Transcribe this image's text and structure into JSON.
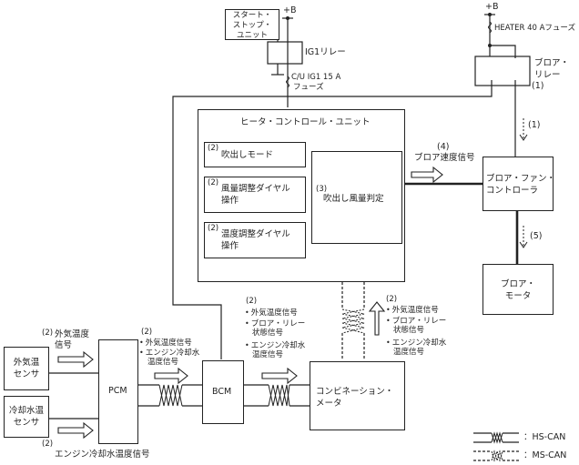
{
  "power": {
    "b_plus_left": "+B",
    "b_plus_right": "+B"
  },
  "start_stop_unit": {
    "label": [
      "スタート・",
      "ストップ・",
      "ユニット"
    ]
  },
  "ig1_relay": {
    "label": "IG1リレー"
  },
  "cu_fuse": {
    "label": [
      "C/U IG1 15 A",
      "フューズ"
    ]
  },
  "heater_fuse": {
    "label": "HEATER 40 Aフューズ"
  },
  "blower_relay": {
    "label": [
      "ブロア・",
      "リレー",
      "(1)"
    ]
  },
  "arrow_1": {
    "label": "(1)"
  },
  "heater_control_unit": {
    "title": "ヒータ・コントロール・ユニット",
    "blocks": [
      {
        "num": "(2)",
        "text": [
          "吹出しモード"
        ]
      },
      {
        "num": "(2)",
        "text": [
          "風量調整ダイヤル",
          "操作"
        ]
      },
      {
        "num": "(2)",
        "text": [
          "温度調整ダイヤル",
          "操作"
        ]
      }
    ],
    "judge": {
      "num": "(3)",
      "text": "吹出し風量判定"
    }
  },
  "blower_speed_signal": {
    "num": "(4)",
    "text": "ブロア速度信号"
  },
  "blower_fan_controller": {
    "label": [
      "ブロア・ファン・",
      "コントローラ"
    ]
  },
  "arrow_5": {
    "label": "(5)"
  },
  "blower_motor": {
    "label": [
      "ブロア・",
      "モータ"
    ]
  },
  "ambient_sensor": {
    "label": [
      "外気温",
      "センサ"
    ]
  },
  "coolant_sensor": {
    "label": [
      "冷却水温",
      "センサ"
    ]
  },
  "ambient_signal": {
    "num": "(2)",
    "text": [
      "外気温度",
      "信号"
    ]
  },
  "coolant_signal": {
    "num": "(2)",
    "text": "エンジン冷却水温度信号"
  },
  "pcm": {
    "label": "PCM"
  },
  "bcm": {
    "label": "BCM"
  },
  "combination_meter": {
    "label": [
      "コンビネーション・",
      "メータ"
    ]
  },
  "pcm_to_bcm_signals": {
    "num": "(2)",
    "items": [
      "外気温度信号",
      "エンジン冷却水",
      "温度信号"
    ]
  },
  "bcm_to_meter_signals": {
    "num": "(2)",
    "items": [
      "外気温度信号",
      "ブロア・リレー",
      "状態信号",
      "エンジン冷却水",
      "温度信号"
    ]
  },
  "meter_to_hcu_signals": {
    "num": "(2)",
    "items": [
      "外気温度信号",
      "ブロア・リレー",
      "状態信号",
      "エンジン冷却水",
      "温度信号"
    ]
  },
  "legend": {
    "items": [
      {
        "label": "：HS-CAN",
        "style": "solid"
      },
      {
        "label": "：MS-CAN",
        "style": "dashed"
      }
    ]
  }
}
